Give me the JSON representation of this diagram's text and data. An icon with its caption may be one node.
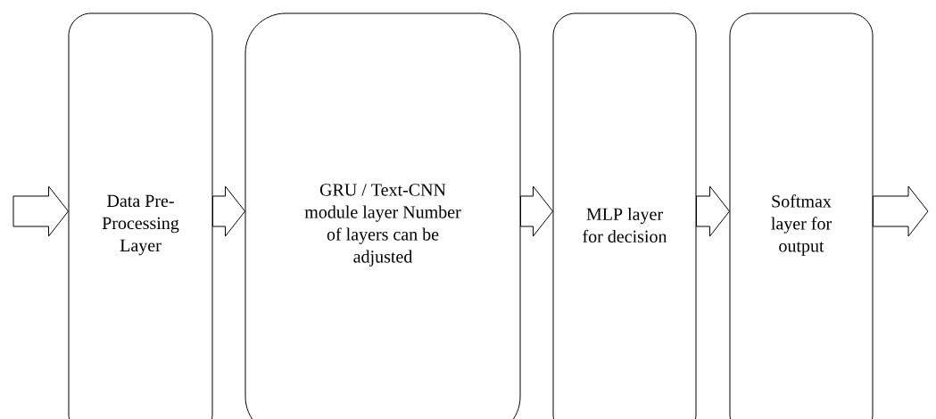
{
  "diagram": {
    "nodes": [
      {
        "text": [
          "Data Pre-Processing Layer"
        ]
      },
      {
        "text": [
          "GRU / Text-CNN module layer Number of layers can be adjusted"
        ]
      },
      {
        "text": [
          "MLP layer for decision"
        ]
      },
      {
        "text": [
          "Softmax layer for output"
        ]
      }
    ],
    "edges": [
      {
        "from": null,
        "to": 0,
        "arrow": "to"
      },
      {
        "from": 0,
        "to": 1,
        "arrow": "to"
      },
      {
        "from": 1,
        "to": 2,
        "arrow": "to"
      },
      {
        "from": 2,
        "to": 3,
        "arrow": "to"
      },
      {
        "from": 3,
        "to": null,
        "arrow": "to"
      }
    ]
  }
}
